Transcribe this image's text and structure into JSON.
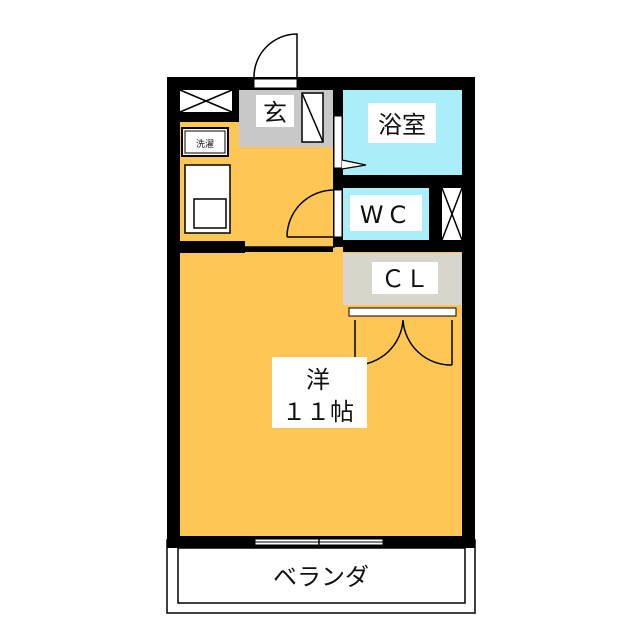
{
  "floorplan": {
    "rooms": {
      "entrance": "玄",
      "bathroom": "浴室",
      "toilet": "WC",
      "closet": "ＣＬ",
      "western_room": "洋",
      "western_room_size": "１１帖",
      "laundry": "洗濯",
      "veranda": "ベランダ"
    },
    "colors": {
      "room": "#fec655",
      "wet_area": "#aaeefa",
      "entrance": "#c8c8c8",
      "closet": "#d8d6cc",
      "wall": "#000000"
    }
  }
}
